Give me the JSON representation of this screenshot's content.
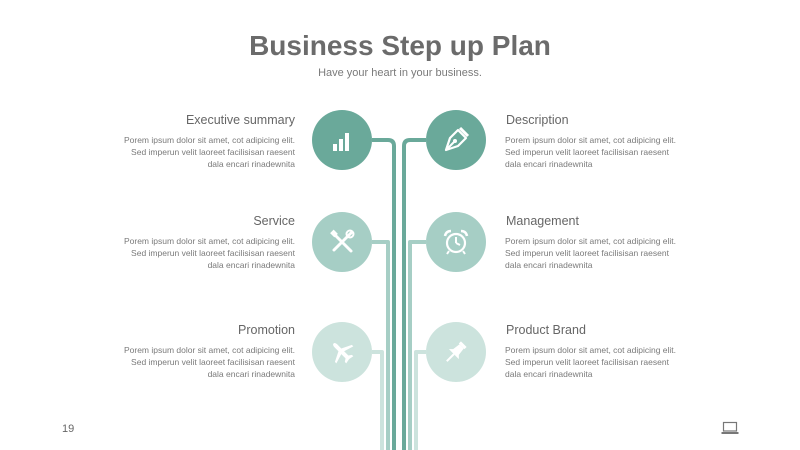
{
  "title": "Business Step up Plan",
  "subtitle": "Have your heart in your business.",
  "page_number": "19",
  "colors": {
    "dark": "#6aa99a",
    "mid": "#a6cec5",
    "light": "#cce3dd"
  },
  "steps": [
    {
      "side": "left",
      "heading": "Executive summary",
      "icon": "bar-chart-icon",
      "lines": [
        "Porem ipsum dolor  sit amet, cot adipicing elit.",
        "Sed imperun  velit laoreet facilisisan raesent",
        "dala encari rinadewnita"
      ]
    },
    {
      "side": "right",
      "heading": "Description",
      "icon": "pen-nib-icon",
      "lines": [
        "Porem ipsum dolor  sit amet, cot adipicing elit.",
        "Sed imperun  velit laoreet facilisisan raesent",
        "dala encari rinadewnita"
      ]
    },
    {
      "side": "left",
      "heading": "Service",
      "icon": "tools-icon",
      "lines": [
        "Porem ipsum dolor  sit amet, cot adipicing elit.",
        "Sed imperun  velit laoreet facilisisan raesent",
        "dala encari rinadewnita"
      ]
    },
    {
      "side": "right",
      "heading": "Management",
      "icon": "alarm-clock-icon",
      "lines": [
        "Porem ipsum dolor  sit amet, cot adipicing elit.",
        "Sed imperun  velit laoreet facilisisan raesent",
        "dala encari rinadewnita"
      ]
    },
    {
      "side": "left",
      "heading": "Promotion",
      "icon": "airplane-icon",
      "lines": [
        "Porem ipsum dolor  sit amet, cot adipicing elit.",
        "Sed imperun  velit laoreet facilisisan raesent",
        "dala encari rinadewnita"
      ]
    },
    {
      "side": "right",
      "heading": "Product Brand",
      "icon": "pushpin-icon",
      "lines": [
        "Porem ipsum dolor  sit amet, cot adipicing elit.",
        "Sed imperun  velit laoreet facilisisan raesent",
        "dala encari rinadewnita"
      ]
    }
  ]
}
